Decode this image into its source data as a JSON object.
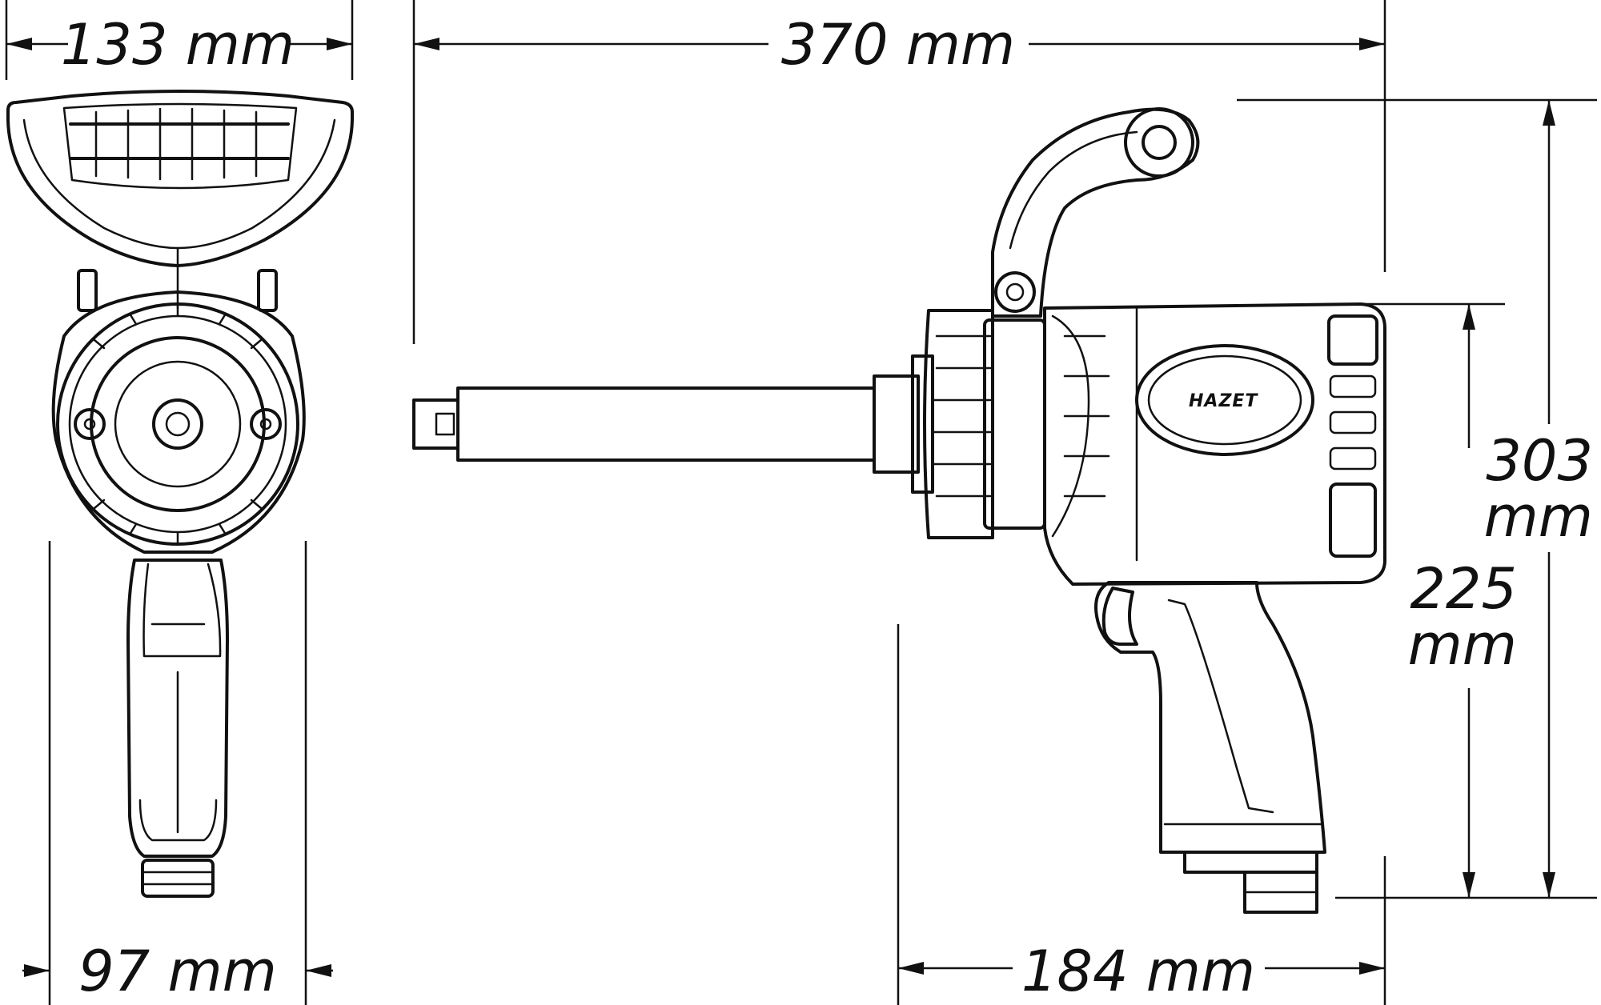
{
  "dimensions": {
    "front_width": "133 mm",
    "overall_length": "370 mm",
    "total_height_value": "303",
    "total_height_unit": "mm",
    "body_height_value": "225",
    "body_height_unit": "mm",
    "handle_width": "97 mm",
    "rear_length": "184 mm"
  },
  "brand_label": "HAZET",
  "icons": [
    "impact-wrench-front-view",
    "impact-wrench-side-view"
  ]
}
